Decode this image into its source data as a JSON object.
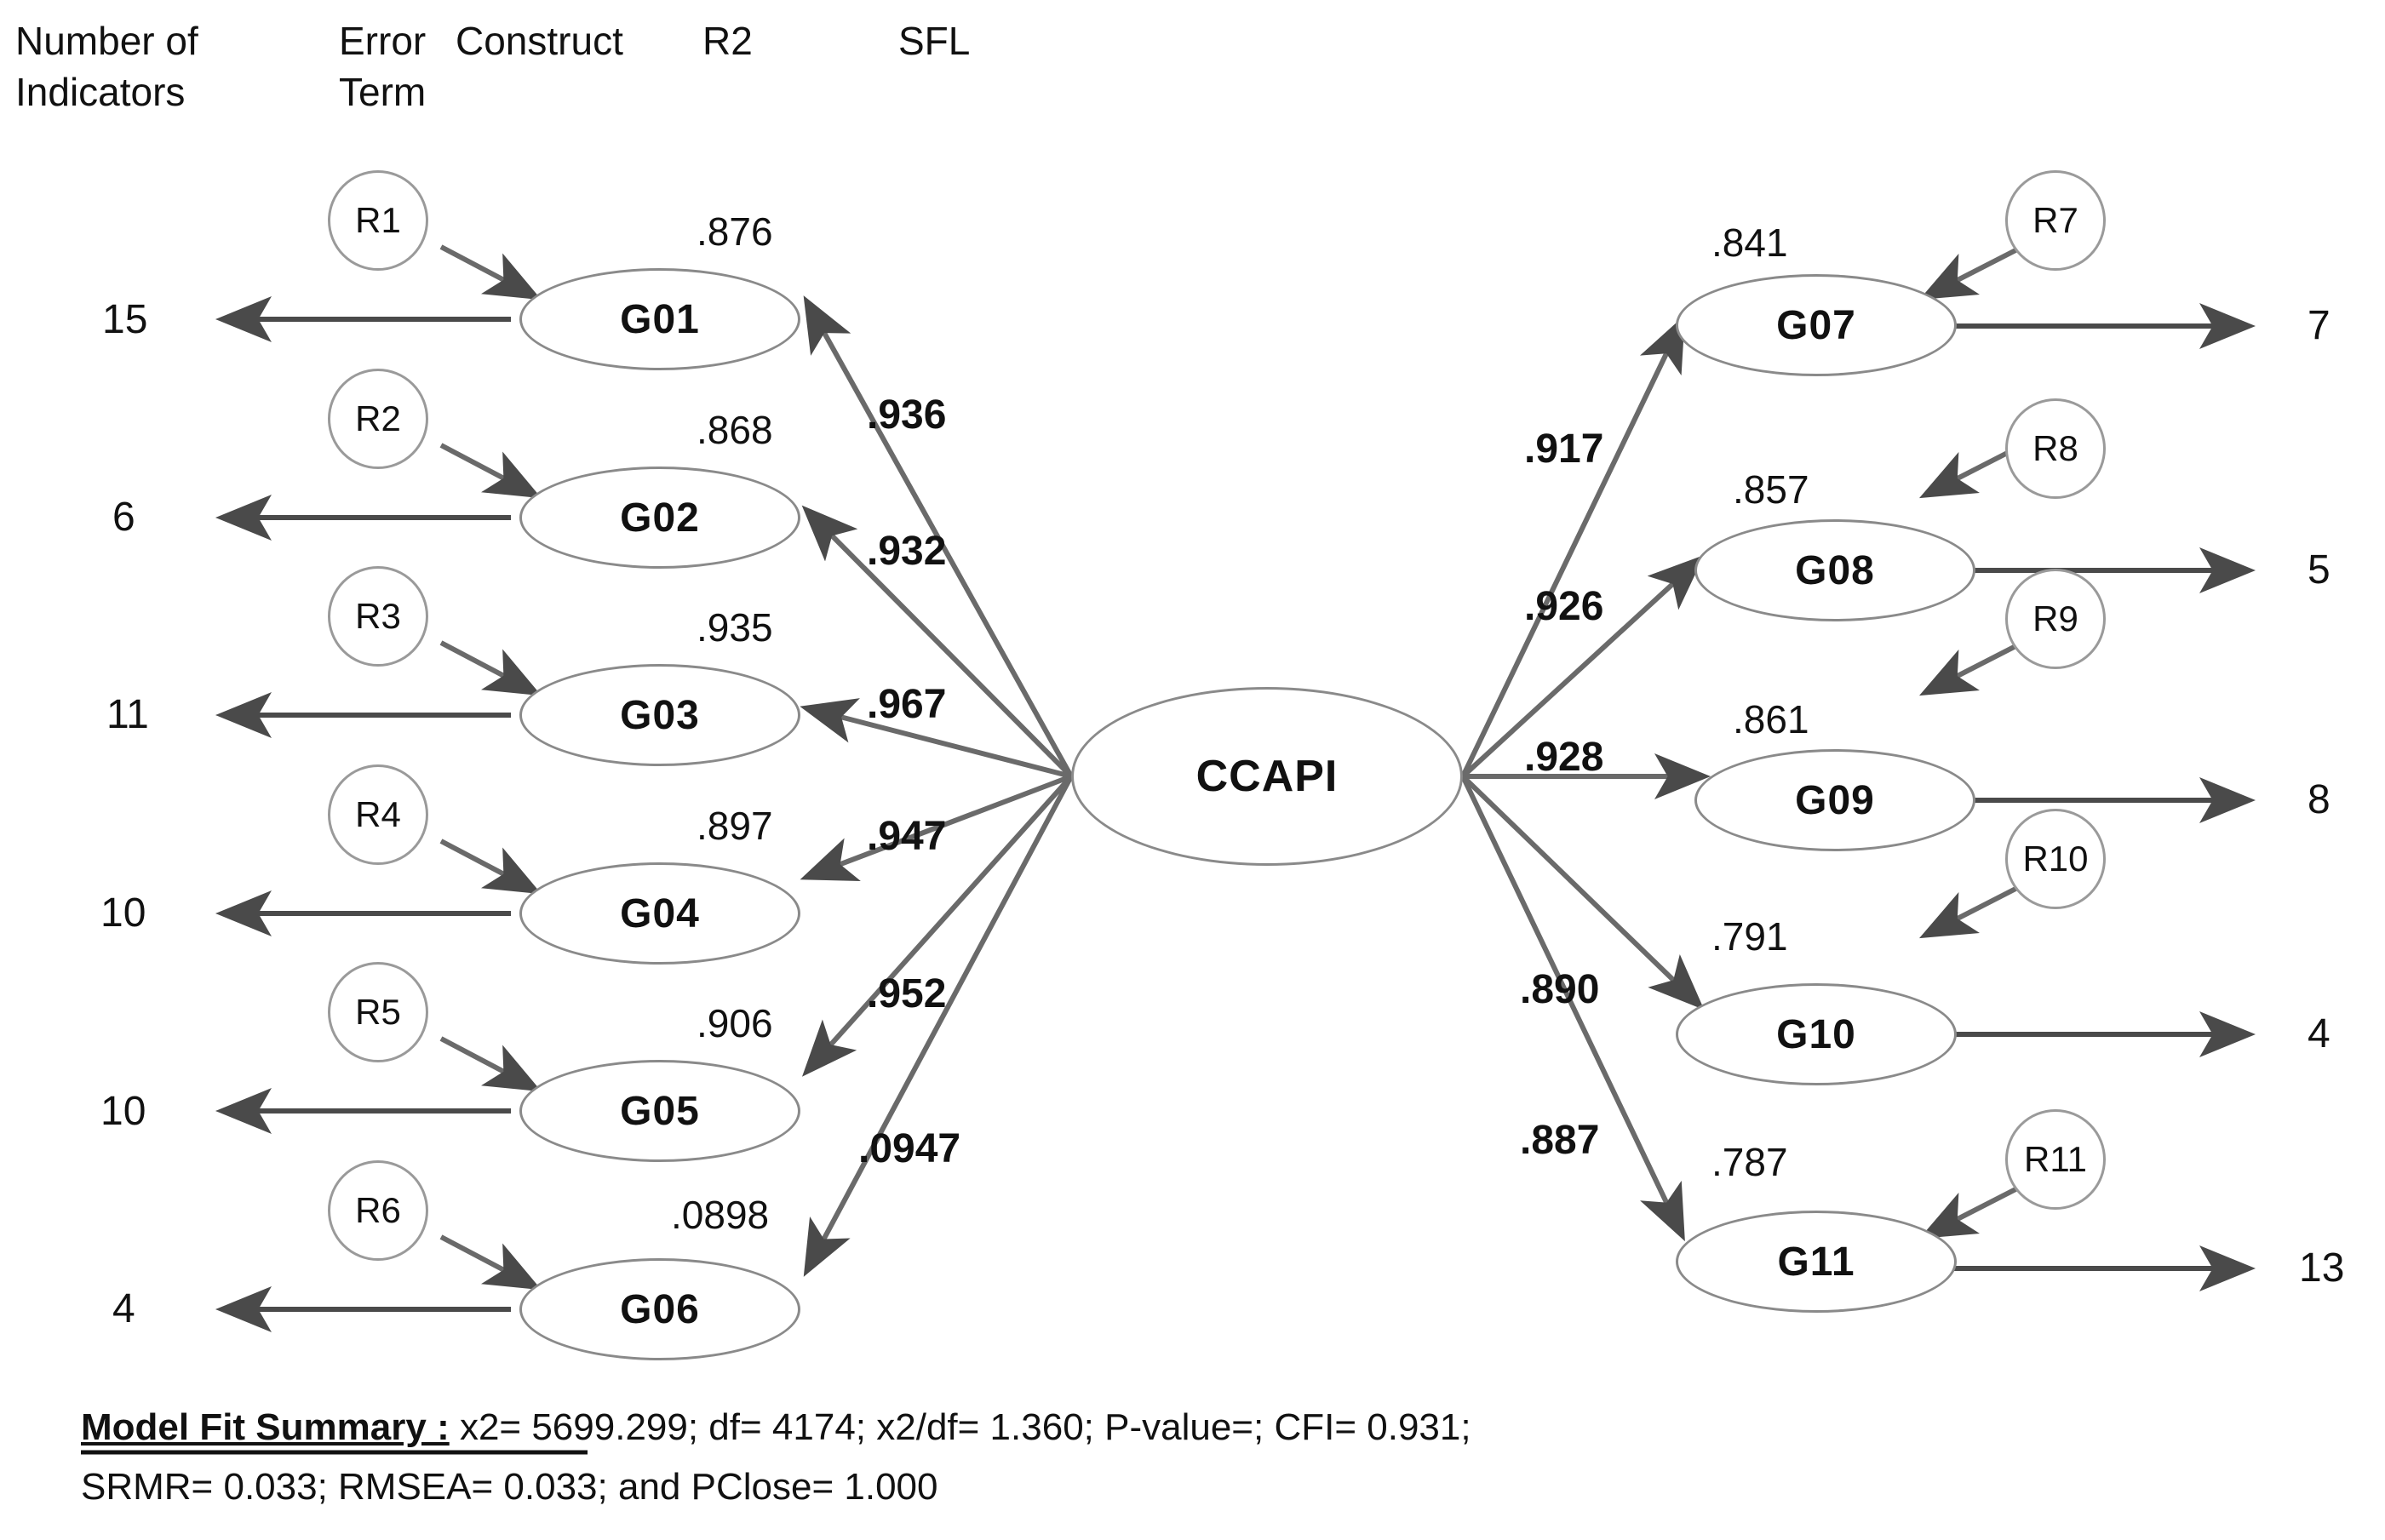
{
  "headers": {
    "indicators": "Number of\nIndicators",
    "error_term": "Error\nTerm",
    "construct": "Construct",
    "r2": "R2",
    "sfl": "SFL"
  },
  "latent": {
    "label": "CCAPI"
  },
  "left_branch": [
    {
      "error": "R1",
      "construct": "G01",
      "r2": ".876",
      "sfl": ".936",
      "indicators": "15"
    },
    {
      "error": "R2",
      "construct": "G02",
      "r2": ".868",
      "sfl": ".932",
      "indicators": "6"
    },
    {
      "error": "R3",
      "construct": "G03",
      "r2": ".935",
      "sfl": ".967",
      "indicators": "11"
    },
    {
      "error": "R4",
      "construct": "G04",
      "r2": ".897",
      "sfl": ".947",
      "indicators": "10"
    },
    {
      "error": "R5",
      "construct": "G05",
      "r2": ".906",
      "sfl": ".952",
      "indicators": "10"
    },
    {
      "error": "R6",
      "construct": "G06",
      "r2": ".0898",
      "sfl": ".0947",
      "indicators": "4"
    }
  ],
  "right_branch": [
    {
      "error": "R7",
      "construct": "G07",
      "r2": ".841",
      "sfl": ".917",
      "indicators": "7"
    },
    {
      "error": "R8",
      "construct": "G08",
      "r2": ".857",
      "sfl": ".926",
      "indicators": "5"
    },
    {
      "error": "R9",
      "construct": "G09",
      "r2": ".861",
      "sfl": ".928",
      "indicators": "8"
    },
    {
      "error": "R10",
      "construct": "G10",
      "r2": ".791",
      "sfl": ".890",
      "indicators": "4"
    },
    {
      "error": "R11",
      "construct": "G11",
      "r2": ".787",
      "sfl": ".887",
      "indicators": "13"
    }
  ],
  "fit_summary": {
    "title": "Model Fit Summary   :",
    "line1": " x2= 5699.299; df= 4174; x2/df= 1.360; P-value=; CFI= 0.931;",
    "line2": "SRMR= 0.033; RMSEA= 0.033; and  PClose= 1.000"
  },
  "colors": {
    "stroke": "#8a8a8a",
    "arrow": "#4a4a4a",
    "text": "#111111",
    "background": "#ffffff"
  }
}
